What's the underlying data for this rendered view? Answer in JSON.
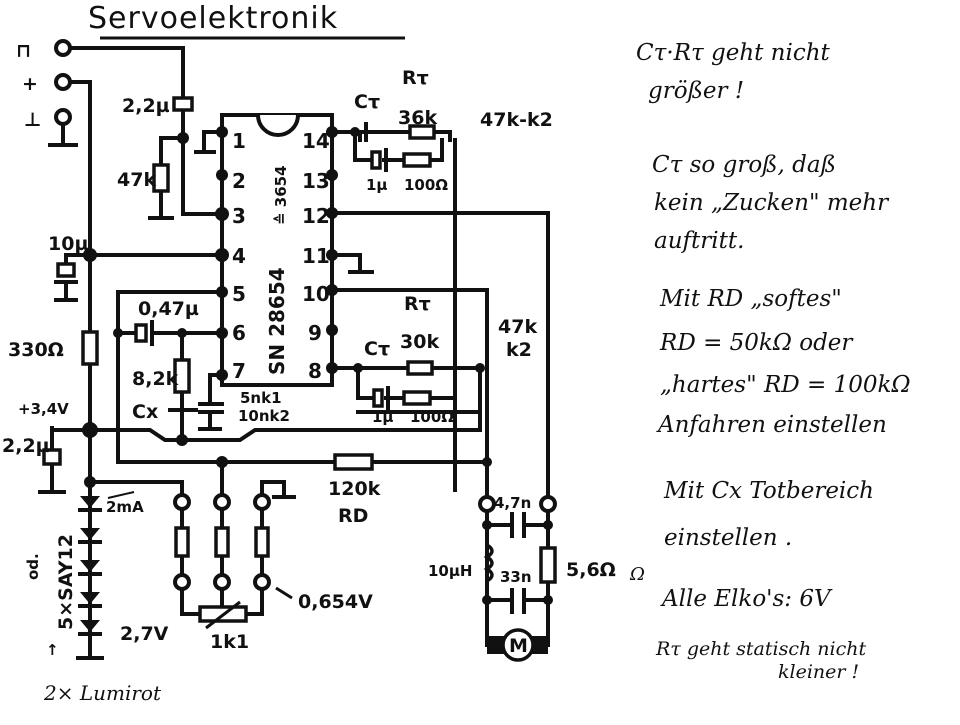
{
  "title": "Servoelektronik",
  "colors": {
    "ink": "#111111",
    "paper": "#ffffff"
  },
  "terminals": {
    "signal_symbol": "⊓",
    "plus_symbol": "+",
    "ground_symbol": "⊥"
  },
  "ic": {
    "name": "SN 28654",
    "alt_name": "≙ 3654",
    "pins_left": [
      "1",
      "2",
      "3",
      "4",
      "5",
      "6",
      "7"
    ],
    "pins_right": [
      "14",
      "13",
      "12",
      "11",
      "10",
      "9",
      "8"
    ]
  },
  "components": {
    "c_input": "2,2µ",
    "r_input": "47k",
    "c_tau1_label": "Cτ",
    "r_tau1_label": "Rτ",
    "r_tau1_value": "36k",
    "c_tau1_value": "1µ",
    "r_tau1_series": "100Ω",
    "r_top_right": "47k-k2",
    "c_pin4": "10µ",
    "r_330": "330Ω",
    "c_pin6": "0,47µ",
    "r_82k": "8,2k",
    "cx_label": "Cx",
    "c_pin7": "5nk1",
    "c_pin7_alt": "10nk2",
    "r_tau2_label": "Rτ",
    "c_tau2_label": "Cτ",
    "r_tau2_value": "30k",
    "c_tau2_value": "1µ",
    "r_tau2_series": "100Ω",
    "r_mid_right": "47k",
    "r_mid_right_alt": "k2",
    "supply_voltage": "+3,4V",
    "c_supply": "2,2µ",
    "current": "2mA",
    "diodes": "5×SAY12",
    "diodes_alt": "od.",
    "diodes_note": "2× Lumirot",
    "rd_value": "120k",
    "rd_label": "RD",
    "voltage_low": "2,7V",
    "voltage_pot": "0,654V",
    "pot": "1k1",
    "c_motor_top": "4,7n",
    "inductor": "10µH",
    "c_motor_bottom": "33n",
    "r_motor": "5,6Ω",
    "motor_symbol": "M"
  },
  "notes": [
    {
      "line1": "Cτ·Rτ geht nicht",
      "line2": "größer !"
    },
    {
      "line1": "Cτ so groß, daß",
      "line2": "kein „Zucken\" mehr",
      "line3": "auftritt."
    },
    {
      "line1": "Mit RD „softes\"",
      "line2": "RD = 50kΩ oder",
      "line3": "„hartes\" RD = 100kΩ",
      "line4": "Anfahren einstellen"
    },
    {
      "line1": "Mit Cx Totbereich",
      "line2": "einstellen ."
    },
    {
      "line1": "Alle Elko's: 6V"
    },
    {
      "line1": "Rτ geht statisch nicht",
      "line2": "kleiner !"
    }
  ],
  "stray_mark": "Ω"
}
